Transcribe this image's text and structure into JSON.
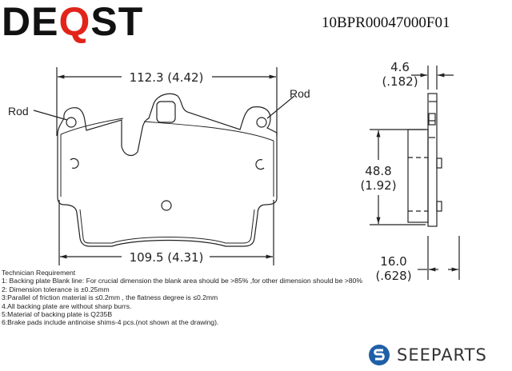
{
  "header": {
    "brand_prefix": "DE",
    "brand_accent": "Q",
    "brand_suffix": "ST",
    "brand_accent_color": "#e2231a",
    "part_number": "10BPR00047000F01"
  },
  "drawing": {
    "top_width_dim": "112.3 (4.42)",
    "bottom_width_dim": "109.5 (4.31)",
    "left_callout": "Rod",
    "right_callout": "Rod",
    "side_view": {
      "shim_thickness_mm": "4.6",
      "shim_thickness_in": "(.182)",
      "height_mm": "48.8",
      "height_in": "(1.92)",
      "total_thickness_mm": "16.0",
      "total_thickness_in": "(.628)"
    }
  },
  "notes": {
    "title": "Technician Requirement",
    "items": [
      "1: Backing plate Blank line: For crucial dimension the blank area should be >85% ,for other dimension should be >80%",
      "2: Dimension tolerance is ±0.25mm",
      "3:Parallel of friction material is ≤0.2mm , the flatness degree is ≤0.2mm",
      "4.All backing plate are without sharp burrs.",
      "5:Material of backing plate is Q235B",
      "6:Brake pads include antinoise shims-4 pcs.(not shown at the drawing)."
    ]
  },
  "footer": {
    "logo_name": "SEEPARTS",
    "logo_color": "#1f5fa8"
  }
}
